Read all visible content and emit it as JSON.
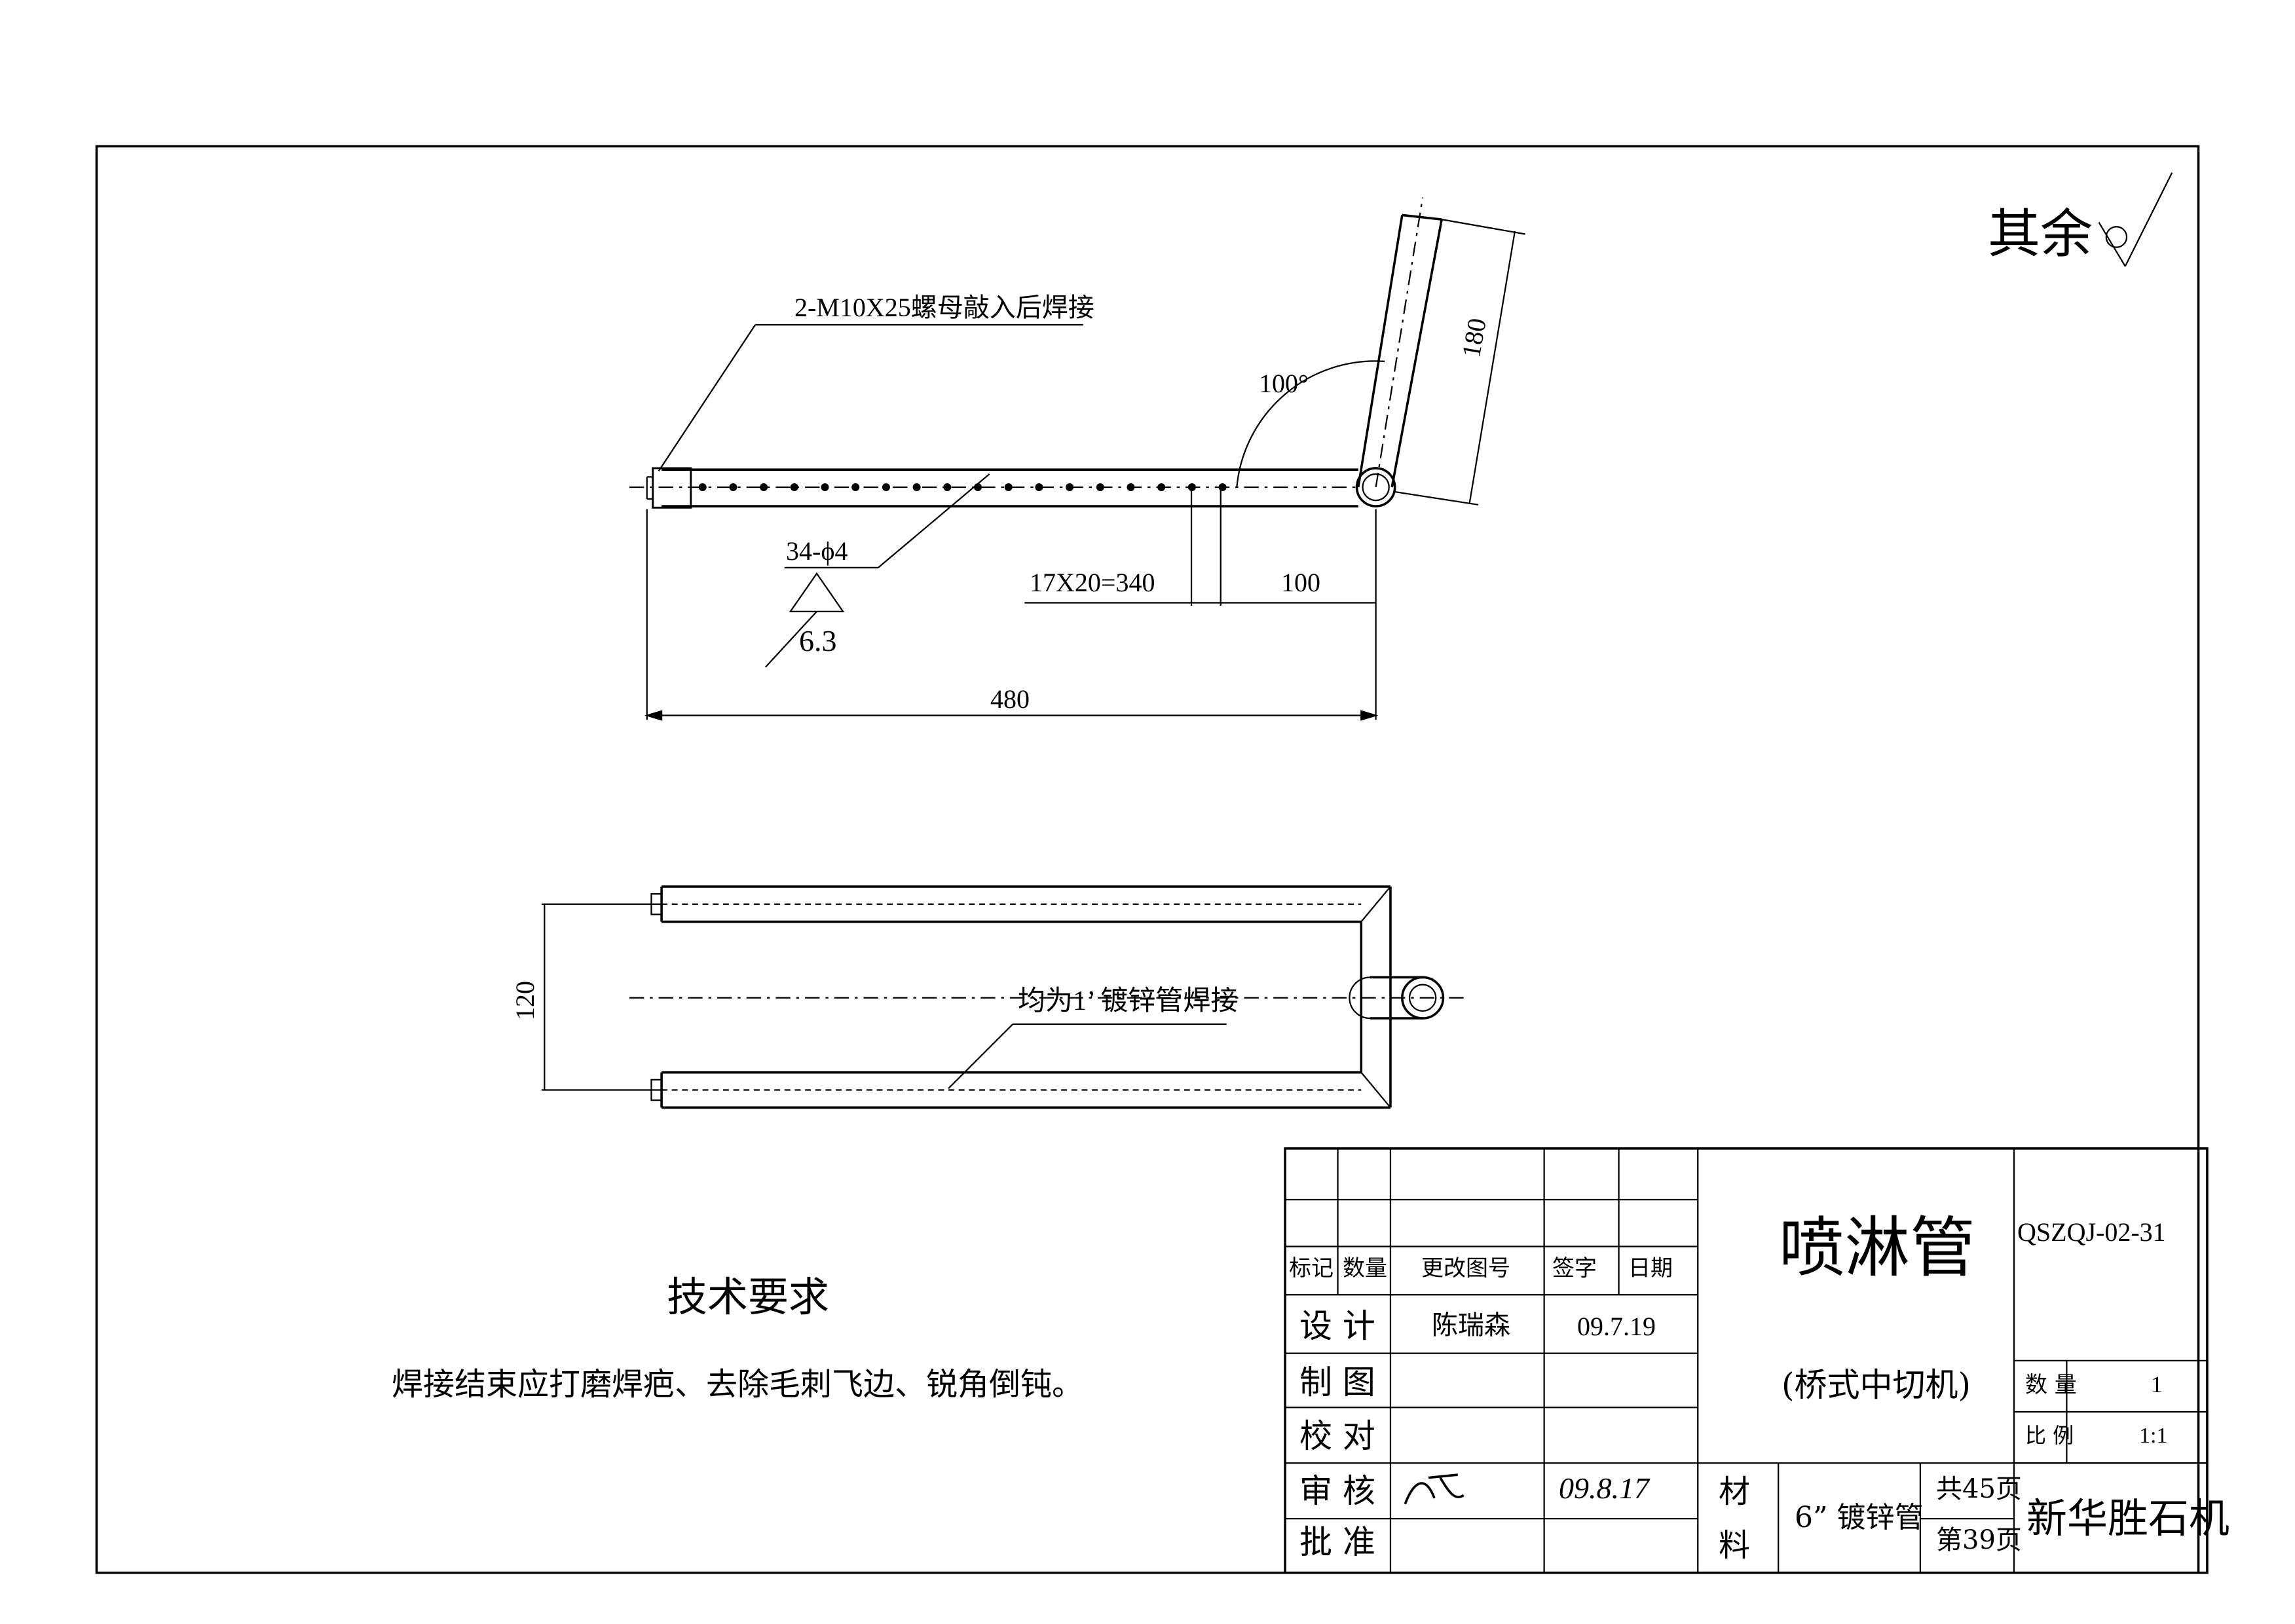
{
  "sheet": {
    "roughness_note_label": "其余"
  },
  "top_view": {
    "nut_note": "2-M10X25螺母敲入后焊接",
    "angle_label": "100°",
    "dim_180": "180",
    "holes_label": "34-ϕ4",
    "roughness_value": "6.3",
    "dim_pitch": "17X20=340",
    "dim_100": "100",
    "dim_480": "480",
    "hole_count_drawn": 18
  },
  "front_view": {
    "dim_120": "120",
    "weld_note": "均为1’ 镀锌管焊接"
  },
  "tech_requirements": {
    "title": "技术要求",
    "text": "焊接结束应打磨焊疤、去除毛刺飞边、锐角倒钝。"
  },
  "title_block": {
    "headers": [
      "标记",
      "数量",
      "更改图号",
      "签字",
      "日期"
    ],
    "rows": [
      {
        "role": "设 计",
        "name": "陈瑞森",
        "date": "09.7.19"
      },
      {
        "role": "制 图",
        "name": "",
        "date": ""
      },
      {
        "role": "校 对",
        "name": "",
        "date": ""
      },
      {
        "role": "审 核",
        "name": "",
        "date": "09.8.17"
      },
      {
        "role": "批 准",
        "name": "",
        "date": ""
      }
    ],
    "part_name": "喷淋管",
    "machine": "(桥式中切机)",
    "drawing_no": "QSZQJ-02-31",
    "quantity_label": "数 量",
    "quantity_value": "1",
    "scale_label": "比 例",
    "scale_value": "1:1",
    "material_label_1": "材",
    "material_label_2": "料",
    "material_value": "6” 镀锌管",
    "total_pages": "共45页",
    "page_no": "第39页",
    "company": "新华胜石机"
  }
}
